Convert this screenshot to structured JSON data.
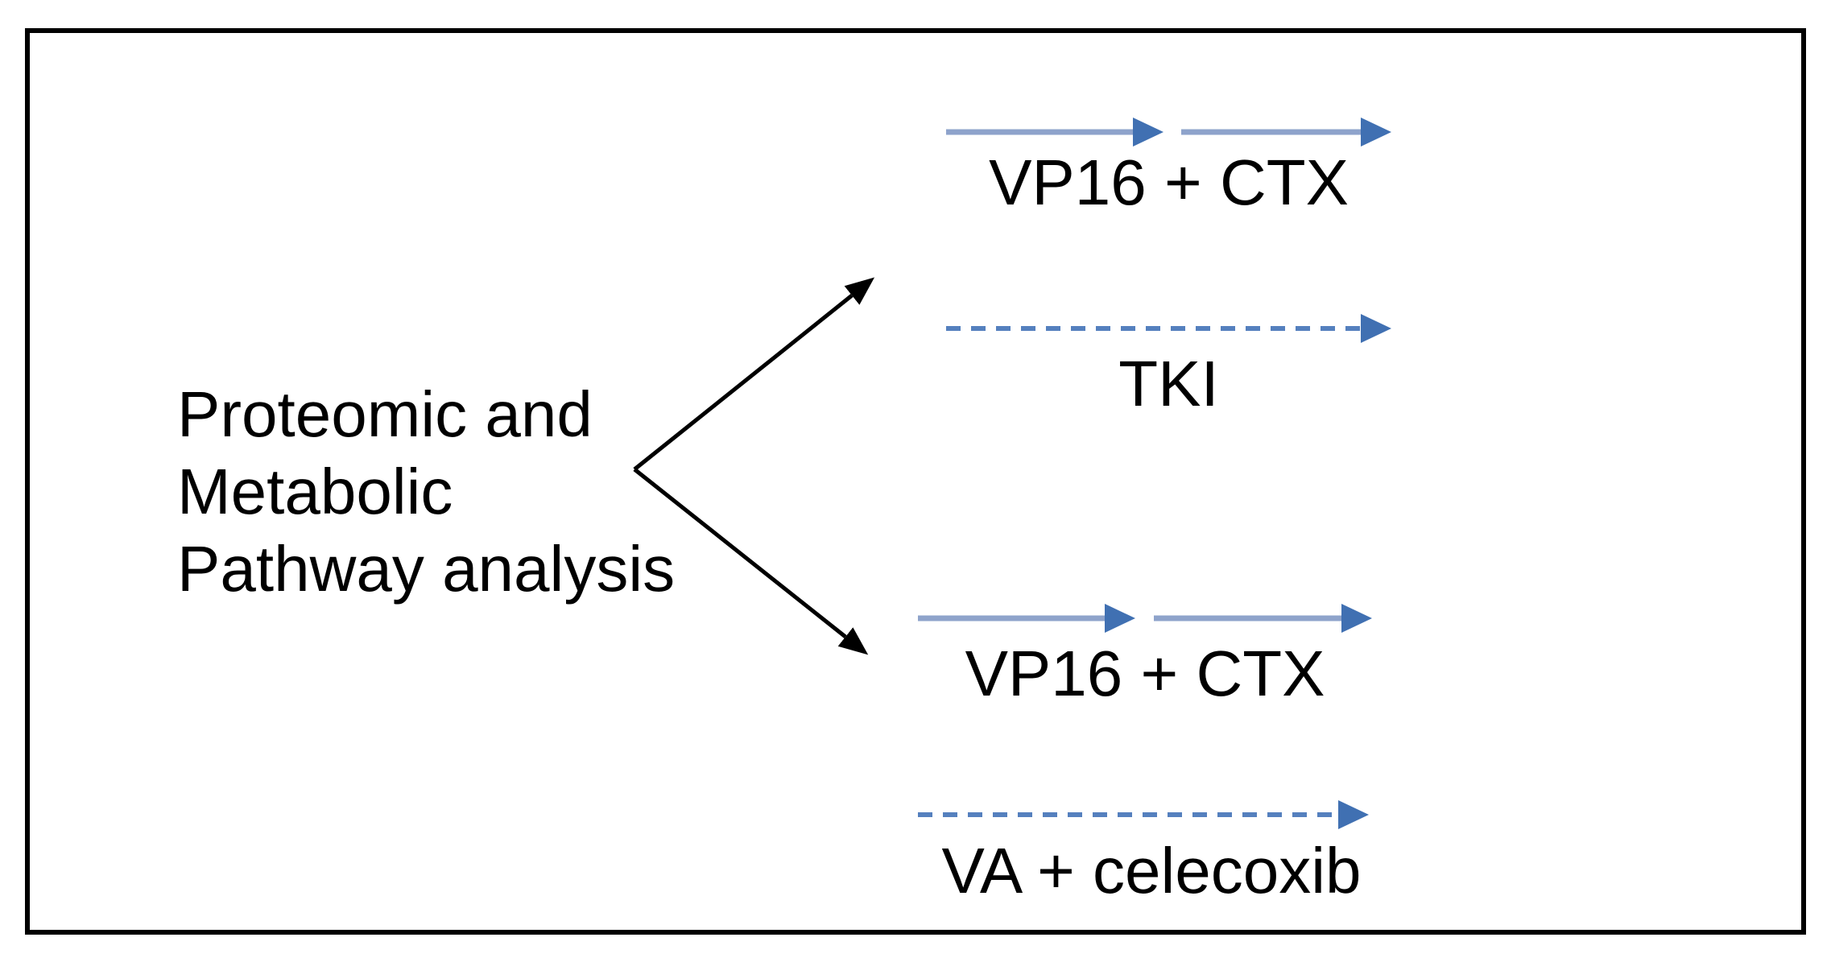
{
  "diagram": {
    "source_label": {
      "lines": [
        "Proteomic and",
        "Metabolic",
        "Pathway analysis"
      ]
    },
    "branches": [
      {
        "treatments": [
          {
            "label": "VP16 + CTX",
            "arrow_style": "solid",
            "arrow_count": 2
          },
          {
            "label": "TKI",
            "arrow_style": "dashed",
            "arrow_count": 1
          }
        ]
      },
      {
        "treatments": [
          {
            "label": "VP16 + CTX",
            "arrow_style": "solid",
            "arrow_count": 2
          },
          {
            "label": "VA + celecoxib",
            "arrow_style": "dashed",
            "arrow_count": 1
          }
        ]
      }
    ],
    "colors": {
      "background": "#FFFFFF",
      "border": "#000000",
      "text": "#000000",
      "branch_arrow": "#000000",
      "arrow_line_solid": "#8EA3CB",
      "arrow_line_dashed": "#5580BE",
      "arrow_head_blue": "#4070B2"
    }
  }
}
